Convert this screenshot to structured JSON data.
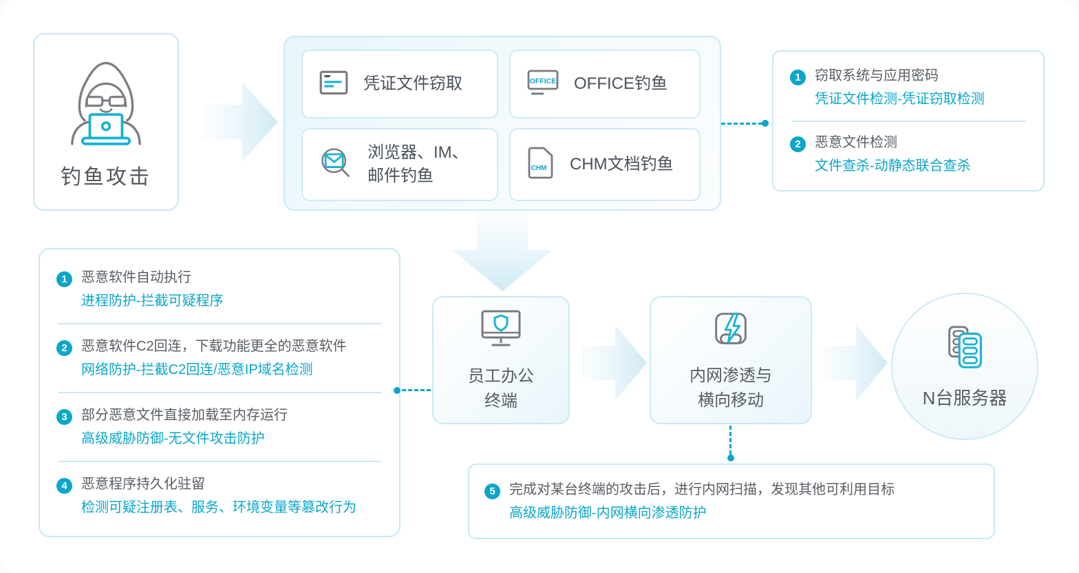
{
  "colors": {
    "accent": "#0ba6c9",
    "border_light": "#c6e8f3",
    "text_dark": "#49515a",
    "text_gray": "#585e64"
  },
  "attack_source": {
    "label": "钓鱼攻击",
    "icon": "hacker-icon"
  },
  "phishing_methods": {
    "items": [
      {
        "label": "凭证文件窃取",
        "icon": "credential-file-icon"
      },
      {
        "label": "OFFICE钓鱼",
        "icon": "office-file-icon",
        "icon_label": "OFFICE"
      },
      {
        "label_line1": "浏览器、IM、",
        "label_line2": "邮件钓鱼",
        "icon": "mail-search-icon"
      },
      {
        "label": "CHM文档钓鱼",
        "icon": "chm-file-icon",
        "icon_label": "CHM"
      }
    ]
  },
  "credential_detections": {
    "items": [
      {
        "num": "1",
        "title": "窃取系统与应用密码",
        "defense": "凭证文件检测-凭证窃取检测"
      },
      {
        "num": "2",
        "title": "恶意文件检测",
        "defense": "文件查杀-动静态联合查杀"
      }
    ]
  },
  "endpoint_detections": {
    "items": [
      {
        "num": "1",
        "title": "恶意软件自动执行",
        "defense": "进程防护-拦截可疑程序"
      },
      {
        "num": "2",
        "title": "恶意软件C2回连，下载功能更全的恶意软件",
        "defense": "网络防护-拦截C2回连/恶意IP域名检测"
      },
      {
        "num": "3",
        "title": "部分恶意文件直接加载至内存运行",
        "defense": "高级威胁防御-无文件攻击防护"
      },
      {
        "num": "4",
        "title": "恶意程序持久化驻留",
        "defense": "检测可疑注册表、服务、环境变量等篡改行为"
      }
    ]
  },
  "lateral_detection": {
    "num": "5",
    "title": "完成对某台终端的攻击后，进行内网扫描，发现其他可利用目标",
    "defense": "高级威胁防御-内网横向渗透防护"
  },
  "nodes": {
    "terminal": {
      "label_line1": "员工办公",
      "label_line2": "终端",
      "icon": "monitor-shield-icon"
    },
    "lateral": {
      "label_line1": "内网渗透与",
      "label_line2": "横向移动",
      "icon": "lightning-icon"
    },
    "servers": {
      "label": "N台服务器",
      "icon": "servers-icon"
    }
  }
}
